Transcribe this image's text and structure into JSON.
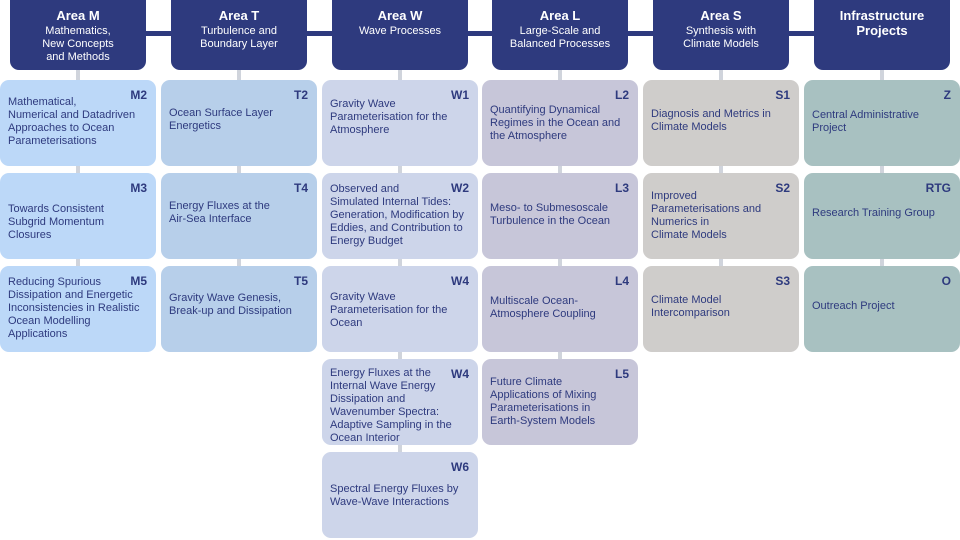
{
  "areas": [
    {
      "title": "Area M",
      "subtitle": "Mathematics,\nNew Concepts\nand Methods",
      "color": "#bcd8f8",
      "projects": [
        {
          "code": "M2",
          "title": "Mathematical,\nNumerical and Datadriven\nApproaches to Ocean\nParameterisations"
        },
        {
          "code": "M3",
          "title": "Towards Consistent\nSubgrid Momentum\nClosures"
        },
        {
          "code": "M5",
          "title": "Reducing Spurious\nDissipation and Energetic\nInconsistencies in Realistic\nOcean Modelling\nApplications"
        }
      ]
    },
    {
      "title": "Area T",
      "subtitle": "Turbulence and\nBoundary Layer",
      "color": "#b7cfea",
      "projects": [
        {
          "code": "T2",
          "title": "Ocean Surface Layer\nEnergetics"
        },
        {
          "code": "T4",
          "title": "Energy Fluxes at the\nAir-Sea Interface"
        },
        {
          "code": "T5",
          "title": "Gravity Wave Genesis,\nBreak-up and Dissipation"
        }
      ]
    },
    {
      "title": "Area W",
      "subtitle": "Wave Processes",
      "color": "#cdd5ea",
      "projects": [
        {
          "code": "W1",
          "title": "Gravity Wave\nParameterisation for the\nAtmosphere"
        },
        {
          "code": "W2",
          "title": "Observed and\nSimulated Internal Tides:\nGeneration, Modification by\nEddies, and Contribution to\nEnergy Budget"
        },
        {
          "code": "W4",
          "title": "Gravity Wave\nParameterisation for the\nOcean"
        },
        {
          "code": "W4",
          "title": "Energy Fluxes at the\nInternal Wave Energy\nDissipation and\nWavenumber Spectra:\nAdaptive Sampling in the\nOcean Interior"
        },
        {
          "code": "W6",
          "title": "Spectral Energy Fluxes by\nWave-Wave Interactions"
        }
      ]
    },
    {
      "title": "Area L",
      "subtitle": "Large-Scale and\nBalanced Processes",
      "color": "#c7c6d9",
      "projects": [
        {
          "code": "L2",
          "title": "Quantifying Dynamical\nRegimes in the Ocean and\nthe Atmosphere"
        },
        {
          "code": "L3",
          "title": "Meso- to Submesoscale\nTurbulence in the Ocean"
        },
        {
          "code": "L4",
          "title": "Multiscale Ocean-\nAtmosphere Coupling"
        },
        {
          "code": "L5",
          "title": "Future Climate\nApplications of Mixing\nParameterisations in\nEarth-System Models"
        }
      ]
    },
    {
      "title": "Area S",
      "subtitle": "Synthesis with\nClimate Models",
      "color": "#cfcdcb",
      "projects": [
        {
          "code": "S1",
          "title": "Diagnosis and Metrics in\nClimate Models"
        },
        {
          "code": "S2",
          "title": "Improved\nParameterisations and\nNumerics in\nClimate Models"
        },
        {
          "code": "S3",
          "title": "Climate Model\nIntercomparison"
        }
      ]
    },
    {
      "title": "Infrastructure\nProjects",
      "subtitle": "",
      "color": "#a8c1c1",
      "projects": [
        {
          "code": "Z",
          "title": "Central Administrative\nProject"
        },
        {
          "code": "RTG",
          "title": "Research Training Group"
        },
        {
          "code": "O",
          "title": "Outreach Project"
        }
      ]
    }
  ]
}
